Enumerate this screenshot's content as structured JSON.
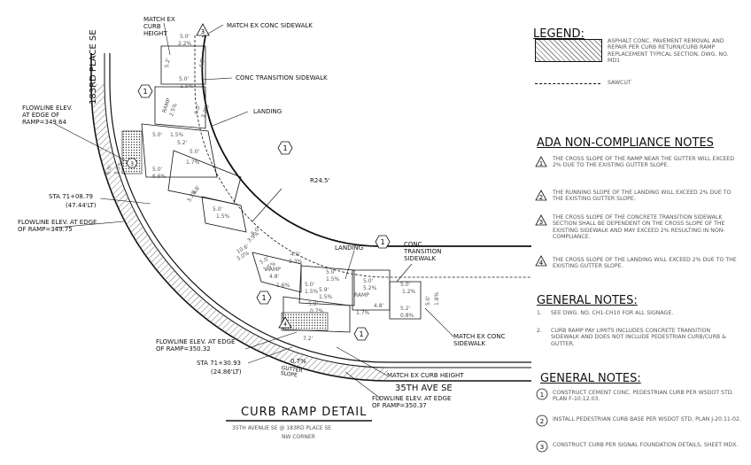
{
  "drawing": {
    "title": "CURB RAMP DETAIL",
    "subtitle_line1": "35TH AVENUE SE @ 183RD PLACE SE",
    "subtitle_line2": "NW CORNER",
    "street_vertical": "183RD PLACE SE",
    "street_horizontal": "35TH AVE SE",
    "radius_label": "R24.5'"
  },
  "plan_labels": {
    "match_ex_curb_height_top": "MATCH EX CURB HEIGHT",
    "match_ex_conc_sidewalk_top": "MATCH EX CONC SIDEWALK",
    "conc_transition_sidewalk_top": "CONC TRANSITION SIDEWALK",
    "landing_top": "LANDING",
    "flowline_upper": "FLOWLINE ELEV. AT EDGE OF RAMP=349.64",
    "sta_upper": "STA 71+08.79",
    "sta_upper_offset": "(47.44'LT)",
    "flowline_upper2": "FLOWLINE ELEV. AT EDGE OF RAMP=349.75",
    "landing_bottom": "LANDING",
    "conc_transition_sidewalk_bottom": "CONC TRANSITION SIDEWALK",
    "match_ex_conc_sidewalk_bottom": "MATCH EX CONC SIDEWALK",
    "flowline_lower": "FLOWLINE ELEV. AT EDGE OF RAMP=350.32",
    "sta_lower": "STA 71+30.93",
    "sta_lower_offset": "(24.86'LT)",
    "match_ex_curb_height_bottom": "MATCH EX CURB HEIGHT",
    "flowline_lower2": "FLOWLINE ELEV. AT EDGE OF RAMP=350.37",
    "gutter_slope": "GUTTER SLOPE",
    "gutter_slope_value": "0.7%"
  },
  "dimensions": {
    "top_a": "5.0'",
    "top_b": "2.2%",
    "top_c": "5.2'",
    "top_d": "4.8'",
    "top_e": "5.0'",
    "top_f": "1.5%",
    "ramp_a": "RAMP",
    "ramp_a_len": "2.5%",
    "ramp_b_len": "4.0'",
    "ramp_b_slope": "3.2%",
    "land_a": "5.0'",
    "land_b": "1.5%",
    "land_c": "5.2'",
    "land_d": "5.0'",
    "land_e": "1.7%",
    "curb_a": "5.0'",
    "curb_b": "6.6%",
    "curb_c": "4.8'",
    "curb_d": "3.2%",
    "side_a": "1.5%",
    "side_b": "6.0'",
    "mid_a": "5.0'",
    "mid_b": "1.5%",
    "mid_c": "6.0'",
    "mid_d": "3.9%",
    "mid_e": "10.6'",
    "mid_f": "3.0%",
    "low_a": "5.0'",
    "low_b": "1.5%",
    "low_c": "4.0'",
    "low_d": "2.3%",
    "ramp_c": "RAMP",
    "ramp_c_len": "4.8'",
    "ramp_c_slope": "1.6%",
    "low_e": "5.0'",
    "low_f": "1.5%",
    "low_g": "5.9'",
    "low_h": "1.5%",
    "low_i": "5.0'",
    "low_j": "1.5%",
    "ramp_d": "RAMP",
    "ramp_d_a": "5.0'",
    "ramp_d_b": "5.2%",
    "ramp_d_c": "4.8'",
    "ramp_d_d": "1.7%",
    "right_a": "5.0'",
    "right_b": "1.2%",
    "right_c": "5.2'",
    "right_d": "0.8%",
    "right_e": "5.0'",
    "right_f": "1.8%",
    "low_k": "5.0'",
    "low_l": "0.7%",
    "low_m": "7.2'"
  },
  "markers": {
    "hex1": "1",
    "hex3": "3",
    "hex1b": "1",
    "hex1c": "1",
    "hex1d": "1",
    "hex1e": "1",
    "tri3": "3",
    "tri4": "4"
  },
  "legend": {
    "heading": "LEGEND:",
    "hatch_text": "ASPHALT CONC. PAVEMENT REMOVAL AND REPAIR PER CURB RETURN/CURB RAMP REPLACEMENT TYPICAL SECTION, DWG. NO. MD1",
    "sawcut_text": "SAWCUT"
  },
  "ada": {
    "heading": "ADA NON-COMPLIANCE NOTES",
    "notes": [
      {
        "num": "1",
        "text": "THE CROSS SLOPE OF THE RAMP NEAR THE GUTTER WILL EXCEED 2% DUE TO THE EXISTING GUTTER SLOPE."
      },
      {
        "num": "2",
        "text": "THE RUNNING SLOPE OF THE LANDING WILL EXCEED 2% DUE TO THE EXISTING GUTTER SLOPE."
      },
      {
        "num": "3",
        "text": "THE CROSS SLOPE OF THE CONCRETE TRANSITION SIDEWALK SECTION SHALL BE DEPENDENT ON THE CROSS SLOPE OF THE EXISTING SIDEWALK AND MAY EXCEED 2% RESULTING IN NON-COMPLIANCE."
      },
      {
        "num": "4",
        "text": "THE CROSS SLOPE OF THE LANDING WILL EXCEED 2% DUE TO THE EXISTING GUTTER SLOPE."
      }
    ]
  },
  "general_notes_a": {
    "heading": "GENERAL NOTES:",
    "notes": [
      {
        "num": "1.",
        "text": "SEE DWG. NO. CH1-CH10 FOR ALL SIGNAGE."
      },
      {
        "num": "2.",
        "text": "CURB RAMP PAY LIMITS INCLUDES CONCRETE TRANSITION SIDEWALK AND DOES NOT INCLUDE PEDESTRIAN CURB/CURB & GUTTER."
      }
    ]
  },
  "general_notes_b": {
    "heading": "GENERAL NOTES:",
    "notes": [
      {
        "num": "1",
        "text": "CONSTRUCT CEMENT CONC. PEDESTRIAN CURB PER WSDOT STD. PLAN F-10.12.03."
      },
      {
        "num": "2",
        "text": "INSTALL PEDESTRIAN CURB BASE PER WSDOT STD. PLAN J-20.11-02."
      },
      {
        "num": "3",
        "text": "CONSTRUCT CURB PER SIGNAL FOUNDATION DETAILS, SHEET MDX."
      }
    ]
  }
}
